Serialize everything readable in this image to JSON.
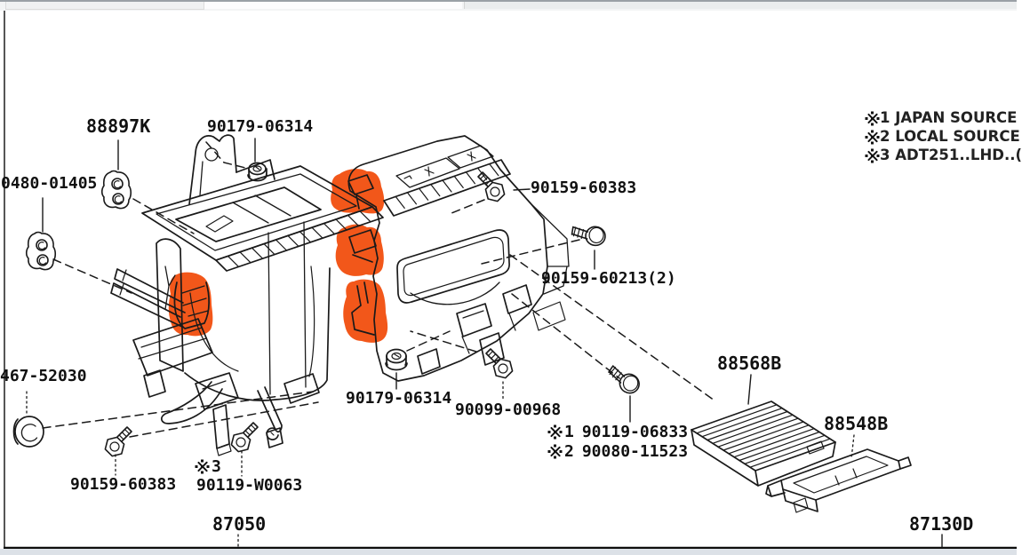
{
  "colors": {
    "highlight": "#F2571A",
    "line": "#1A1A1A",
    "label_text": "#111111",
    "chrome_top_border": "#9AA0A6",
    "chrome_bottom_bar": "#0E0E0E",
    "chrome_bottom_bg": "#DCE1E7"
  },
  "notes": [
    {
      "ref": "1",
      "text": "JAPAN SOURCE"
    },
    {
      "ref": "2",
      "text": "LOCAL SOURCE"
    },
    {
      "ref": "3",
      "text": "ADT251..LHD..("
    }
  ],
  "labels": {
    "k88897": {
      "text": "88897K"
    },
    "k90179a": {
      "text": "90179-06314"
    },
    "k90480": {
      "text": "0480-01405"
    },
    "k90467": {
      "text": "467-52030"
    },
    "k60383a": {
      "text": "90159-60383"
    },
    "k60213": {
      "text": "90159-60213(2)"
    },
    "k90179b": {
      "text": "90179-06314"
    },
    "k90099": {
      "text": "90099-00968"
    },
    "k06833": {
      "ref": "1",
      "text": "90119-06833"
    },
    "k11523": {
      "ref": "2",
      "text": "90080-11523"
    },
    "k88568": {
      "text": "88568B"
    },
    "k88548": {
      "text": "88548B"
    },
    "k60383b": {
      "text": "90159-60383"
    },
    "kW0063ref": {
      "ref": "3"
    },
    "kW0063": {
      "text": "90119-W0063"
    },
    "k87050": {
      "text": "87050"
    },
    "k87130": {
      "text": "87130D"
    }
  },
  "icons": [
    "grommet-icon",
    "plug-icon",
    "nut-icon",
    "screw-icon",
    "bolt-icon",
    "washer-clip-icon",
    "reference-mark-icon"
  ]
}
